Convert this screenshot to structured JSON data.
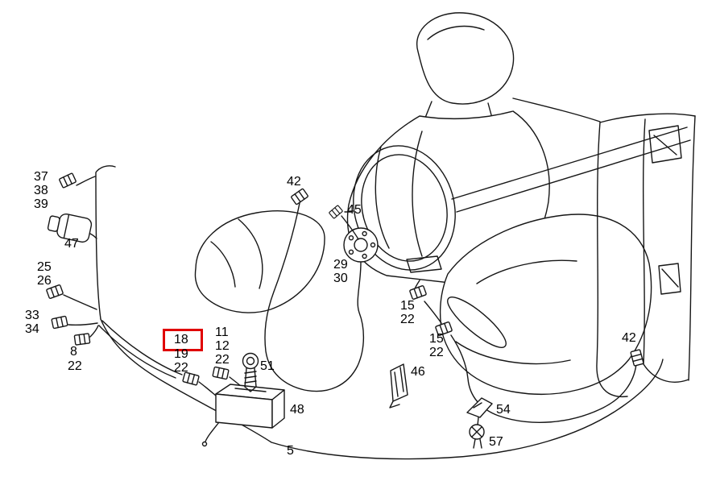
{
  "diagram": {
    "type": "seat-wiring-harness-parts-diagram",
    "highlight": {
      "part": "18",
      "box_color": "#e00000"
    }
  },
  "labels": [
    {
      "text": "37"
    },
    {
      "text": "38"
    },
    {
      "text": "39"
    },
    {
      "text": "47"
    },
    {
      "text": "25"
    },
    {
      "text": "26"
    },
    {
      "text": "33"
    },
    {
      "text": "34"
    },
    {
      "text": "8"
    },
    {
      "text": "22"
    },
    {
      "text": "18"
    },
    {
      "text": "19"
    },
    {
      "text": "22"
    },
    {
      "text": "11"
    },
    {
      "text": "12"
    },
    {
      "text": "22"
    },
    {
      "text": "51"
    },
    {
      "text": "42"
    },
    {
      "text": "45"
    },
    {
      "text": "29"
    },
    {
      "text": "30"
    },
    {
      "text": "15"
    },
    {
      "text": "22"
    },
    {
      "text": "15"
    },
    {
      "text": "22"
    },
    {
      "text": "46"
    },
    {
      "text": "48"
    },
    {
      "text": "5"
    },
    {
      "text": "54"
    },
    {
      "text": "57"
    },
    {
      "text": "42"
    }
  ]
}
